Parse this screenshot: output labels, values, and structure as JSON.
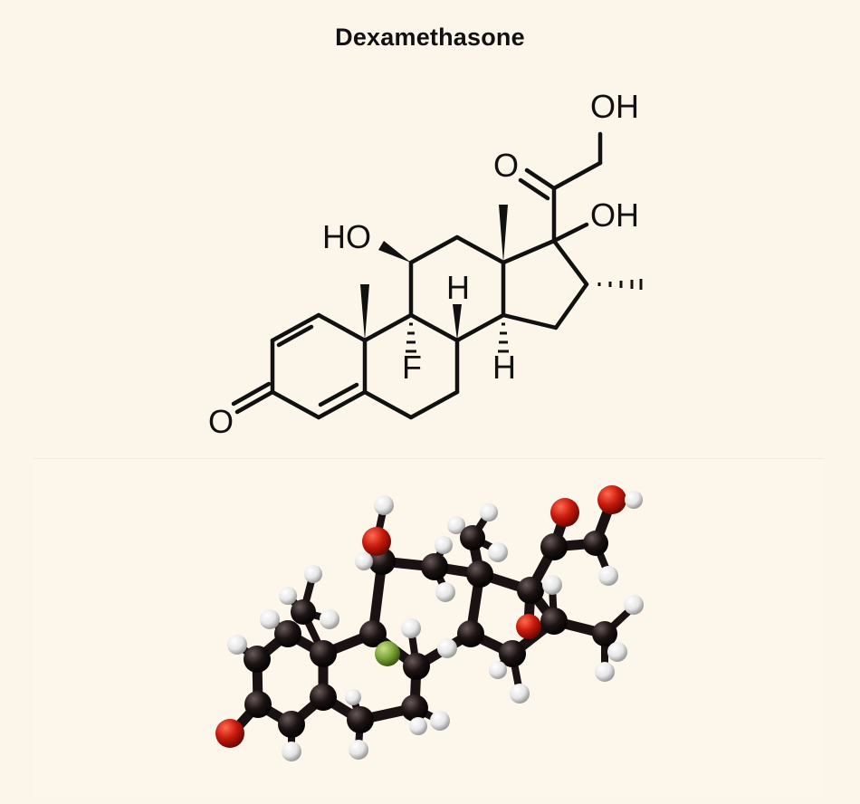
{
  "title": "Dexamethasone",
  "structure": {
    "labels": {
      "oh_top": "OH",
      "oh_right": "OH",
      "ho_left": "HO",
      "o_ketone_top": "O",
      "o_ketone_left": "O",
      "h_top": "H",
      "h_bottom": "H",
      "f": "F"
    }
  },
  "colors": {
    "background": "#fcf5ea",
    "carbon": "#1a1212",
    "hydrogen": "#f2f2f2",
    "oxygen": "#c8190c",
    "fluorine": "#7ea63a"
  }
}
